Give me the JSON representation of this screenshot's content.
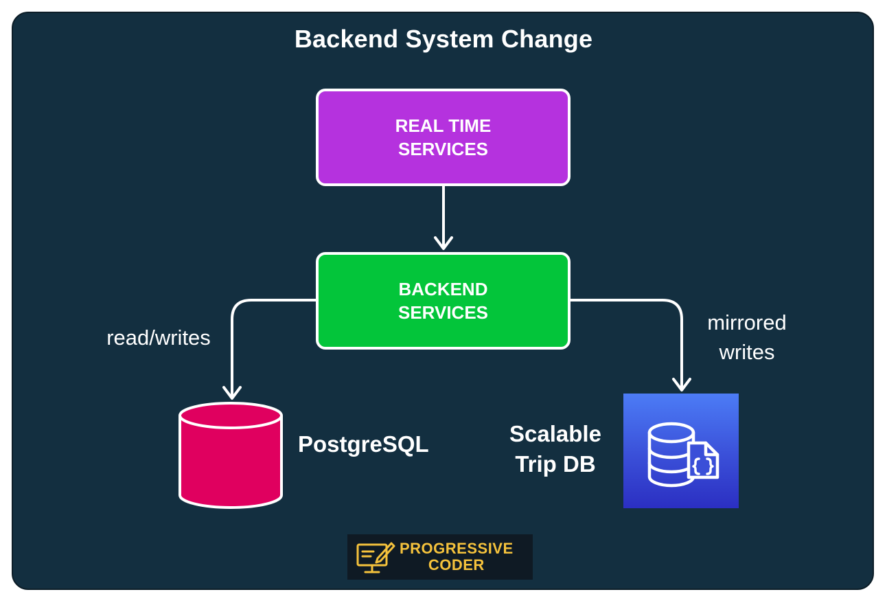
{
  "title": "Backend System Change",
  "nodes": {
    "realtime": "REAL TIME\nSERVICES",
    "backend": "BACKEND\nSERVICES",
    "postgres": "PostgreSQL",
    "trip_db": "Scalable\nTrip DB"
  },
  "edges": {
    "read_writes": "read/writes",
    "mirrored_writes": "mirrored\nwrites"
  },
  "logo": {
    "text": "PROGRESSIVE\nCODER"
  },
  "colors": {
    "background": "#132f40",
    "realtime_box": "#b532de",
    "backend_box": "#03c53a",
    "postgres_db": "#e0005f",
    "trip_db_tile": "#3a4fd8",
    "logo_text": "#f5c23c"
  },
  "icons": {
    "postgres": "database-cylinder-icon",
    "trip_db": "document-database-icon",
    "logo": "pencil-monitor-icon"
  }
}
